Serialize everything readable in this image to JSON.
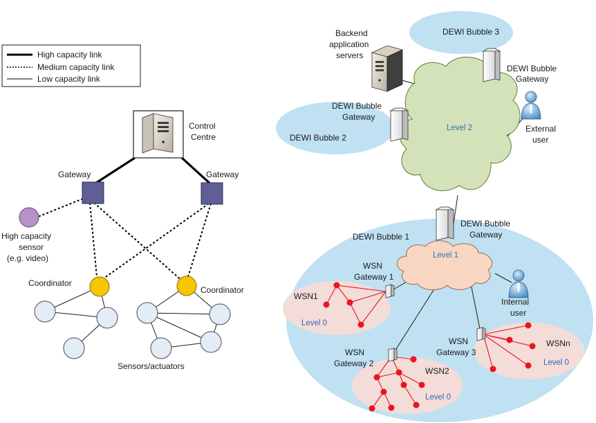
{
  "legend": {
    "high": "High capacity link",
    "medium": "Medium capacity link",
    "low": "Low capacity link"
  },
  "left": {
    "control_centre": [
      "Control",
      "Centre"
    ],
    "gateway_left": "Gateway",
    "gateway_right": "Gateway",
    "sensor": [
      "High capacity",
      "sensor",
      "(e.g. video)"
    ],
    "coordinator_left": "Coordinator",
    "coordinator_right": "Coordinator",
    "sensors": "Sensors/actuators"
  },
  "right": {
    "bubble3": "DEWI Bubble 3",
    "backend": [
      "Backend",
      "application",
      "servers"
    ],
    "gw_top_right": [
      "DEWI Bubble",
      "Gateway"
    ],
    "gw_left": [
      "DEWI Bubble",
      "Gateway"
    ],
    "bubble2": "DEWI Bubble 2",
    "level2": "Level 2",
    "external_user": [
      "External",
      "user"
    ],
    "bubble1": "DEWI Bubble 1",
    "gw_bubble1": [
      "DEWI Bubble",
      "Gateway"
    ],
    "level1": "Level 1",
    "wsn_gw1": [
      "WSN",
      "Gateway 1"
    ],
    "wsn1": "WSN1",
    "level0_a": "Level 0",
    "internal_user": [
      "Internal",
      "user"
    ],
    "wsn_gw2": [
      "WSN",
      "Gateway 2"
    ],
    "wsn2": "WSN2",
    "level0_b": "Level 0",
    "wsn_gw3": [
      "WSN",
      "Gateway 3"
    ],
    "wsnn": "WSNn",
    "level0_c": "Level 0"
  },
  "colors": {
    "gateway": "#5f5f96",
    "coordinator": "#f7c600",
    "sensor_node": "#e4ecf6",
    "hc_sensor": "#b592c8",
    "bubble": "#bfe1f2",
    "cloud_green": "#d3e2b8",
    "cloud_orange": "#f8d7c2",
    "wsn_area": "#f4dcd9",
    "wsn_node": "#e8161e",
    "level_text": "#2e6db4"
  }
}
